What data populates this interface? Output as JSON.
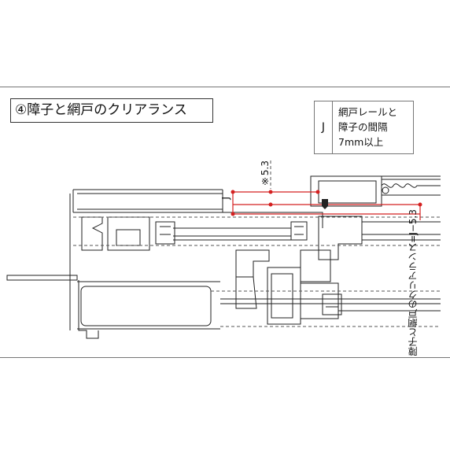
{
  "title": "④障子と網戸のクリアランス",
  "legend": {
    "key": "J",
    "lines": [
      "網戸レールと",
      "障子の間隔",
      "7mm以上"
    ]
  },
  "annotations": {
    "dimension_note": "※5.3",
    "j_label": "J",
    "clearance_label": "障子と網戸のクリアランス=J−5.3"
  },
  "colors": {
    "line": "#222222",
    "dim_red": "#d42020",
    "dash": "#555555"
  }
}
